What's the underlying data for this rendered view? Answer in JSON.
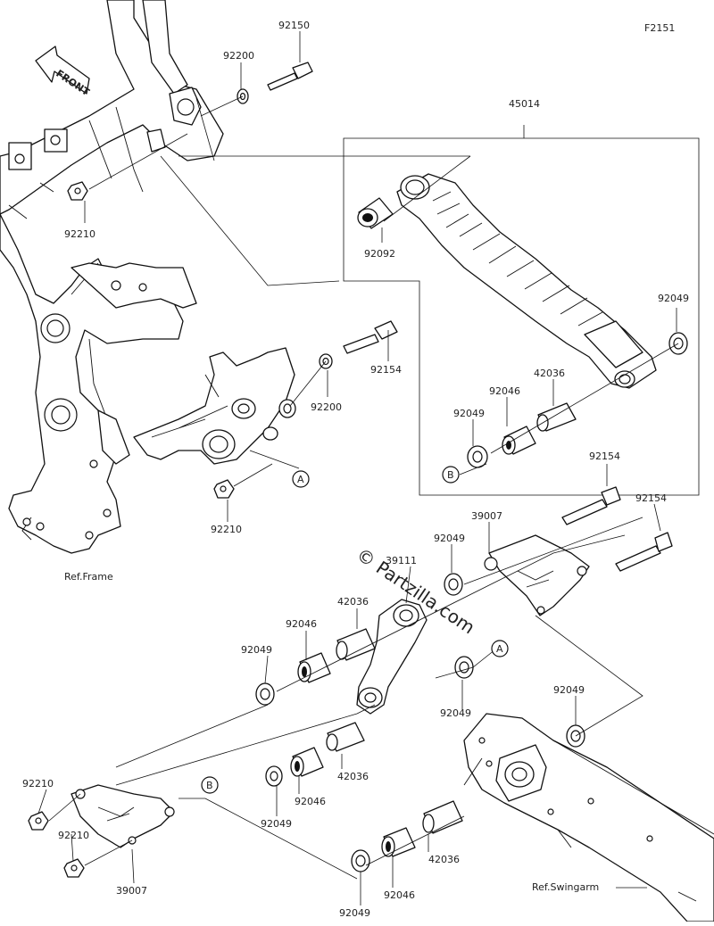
{
  "figure_code": "F2151",
  "front_label": "FRONT",
  "watermark": "© Partzilla.com",
  "ref_frame": "Ref.Frame",
  "ref_swingarm": "Ref.Swingarm",
  "markers": {
    "A": "A",
    "B": "B"
  },
  "parts": {
    "p92150": "92150",
    "p92200_top": "92200",
    "p92210_top": "92210",
    "p45014": "45014",
    "p92092": "92092",
    "p92049_shock": "92049",
    "p42036_shock": "42036",
    "p92046_shock": "92046",
    "p92049_shockb": "92049",
    "p92154_mid": "92154",
    "p92200_mid": "92200",
    "p92210_mid": "92210",
    "p92154_r1": "92154",
    "p92154_r2": "92154",
    "p39007_top": "39007",
    "p92049_link1": "92049",
    "p39111": "39111",
    "p42036_link": "42036",
    "p92046_link": "92046",
    "p92049_link2": "92049",
    "p92049_linkA": "92049",
    "p92049_sw": "92049",
    "p42036_low": "42036",
    "p92046_low": "92046",
    "p92049_low": "92049",
    "p92210_bl1": "92210",
    "p92210_bl2": "92210",
    "p39007_bot": "39007",
    "p92046_bot": "92046",
    "p92049_bot": "92049",
    "p42036_bot": "42036"
  }
}
